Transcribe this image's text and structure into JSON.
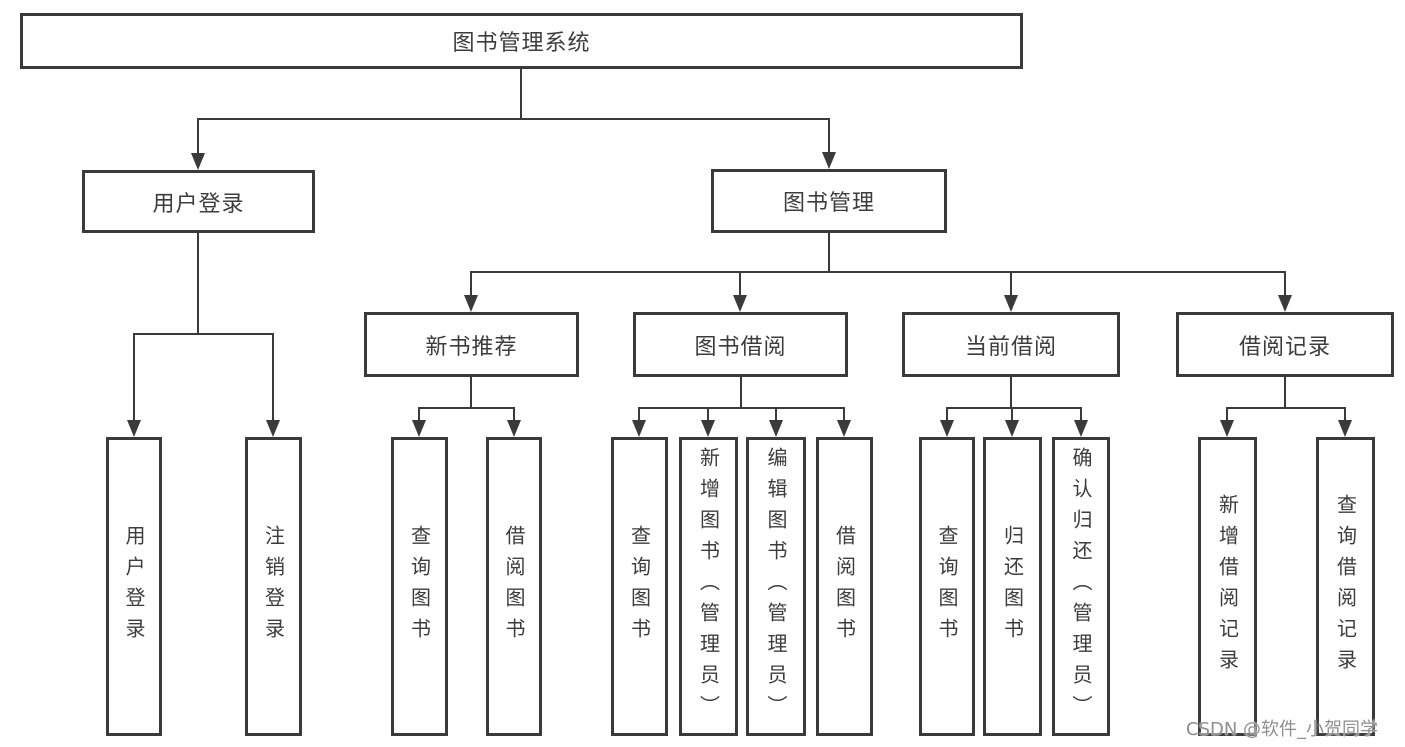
{
  "diagram_type": "hierarchy-tree",
  "colors": {
    "line": "#3a3a3a",
    "text": "#3c3c3c",
    "background": "#ffffff",
    "watermark": "#8f8f8f"
  },
  "tree": {
    "label": "图书管理系统",
    "children": [
      {
        "label": "用户登录",
        "children": [
          {
            "label": "用户登录"
          },
          {
            "label": "注销登录"
          }
        ]
      },
      {
        "label": "图书管理",
        "children": [
          {
            "label": "新书推荐",
            "children": [
              {
                "label": "查询图书"
              },
              {
                "label": "借阅图书"
              }
            ]
          },
          {
            "label": "图书借阅",
            "children": [
              {
                "label": "查询图书"
              },
              {
                "label": "新增图书（管理员）"
              },
              {
                "label": "编辑图书（管理员）"
              },
              {
                "label": "借阅图书"
              }
            ]
          },
          {
            "label": "当前借阅",
            "children": [
              {
                "label": "查询图书"
              },
              {
                "label": "归还图书"
              },
              {
                "label": "确认归还（管理员）"
              }
            ]
          },
          {
            "label": "借阅记录",
            "children": [
              {
                "label": "新增借阅记录"
              },
              {
                "label": "查询借阅记录"
              }
            ]
          }
        ]
      }
    ]
  },
  "watermark": {
    "text": "CSDN @软件_小贺同学"
  }
}
